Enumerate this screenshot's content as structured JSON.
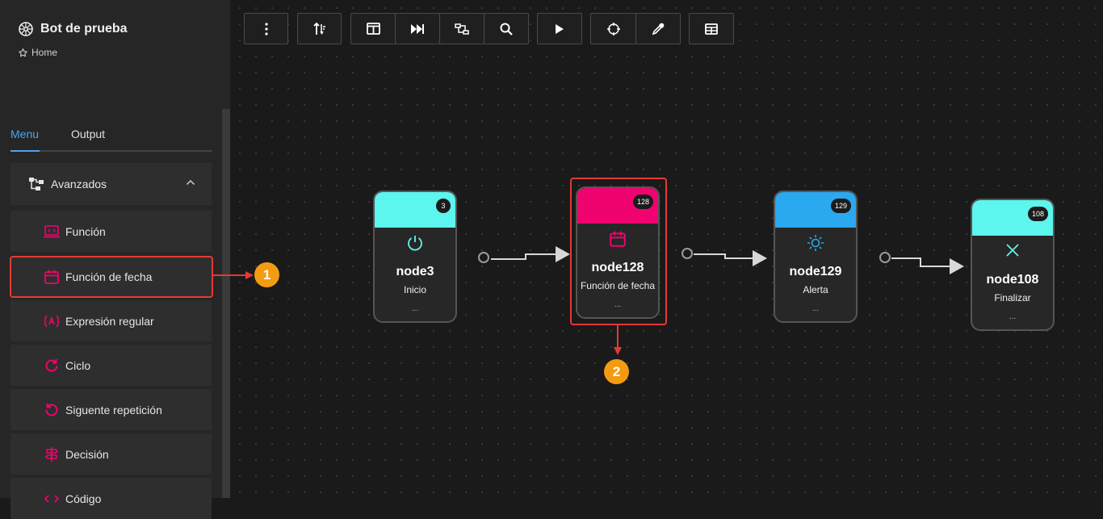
{
  "app": {
    "title": "Bot de prueba",
    "breadcrumb": "Home"
  },
  "tabs": [
    {
      "label": "Menu",
      "active": true
    },
    {
      "label": "Output",
      "active": false
    }
  ],
  "menu": {
    "group": {
      "label": "Avanzados",
      "expanded": true
    },
    "items": [
      {
        "label": "Función",
        "icon": "laptop-icon"
      },
      {
        "label": "Función de fecha",
        "icon": "calendar-icon"
      },
      {
        "label": "Expresión regular",
        "icon": "regex-icon"
      },
      {
        "label": "Ciclo",
        "icon": "refresh-icon"
      },
      {
        "label": "Siguente repetición",
        "icon": "undo-icon"
      },
      {
        "label": "Decisión",
        "icon": "signpost-icon"
      },
      {
        "label": "Código",
        "icon": "code-icon"
      }
    ]
  },
  "toolbar": [
    "more-vertical-icon",
    "sort-icon",
    "layout-icon",
    "skip-forward-icon",
    "flow-icon",
    "search-icon",
    "play-icon",
    "crosshair-icon",
    "eyedropper-icon",
    "table-icon"
  ],
  "nodes": [
    {
      "id": "3",
      "title": "node3",
      "subtitle": "Inicio",
      "dots": "...",
      "color": "#5cf6ee",
      "icon": "power-icon"
    },
    {
      "id": "128",
      "title": "node128",
      "subtitle": "Función de fecha",
      "dots": "...",
      "color": "#f0036f",
      "icon": "calendar-icon"
    },
    {
      "id": "129",
      "title": "node129",
      "subtitle": "Alerta",
      "dots": "...",
      "color": "#2aa8f0",
      "icon": "sun-icon"
    },
    {
      "id": "108",
      "title": "node108",
      "subtitle": "Finalizar",
      "dots": "...",
      "color": "#5cf6ee",
      "icon": "close-icon"
    }
  ],
  "callouts": [
    "1",
    "2"
  ],
  "colors": {
    "accent": "#4fa3f0",
    "menu_icon": "#f0036f",
    "highlight": "#e53935",
    "callout": "#f39c12"
  }
}
